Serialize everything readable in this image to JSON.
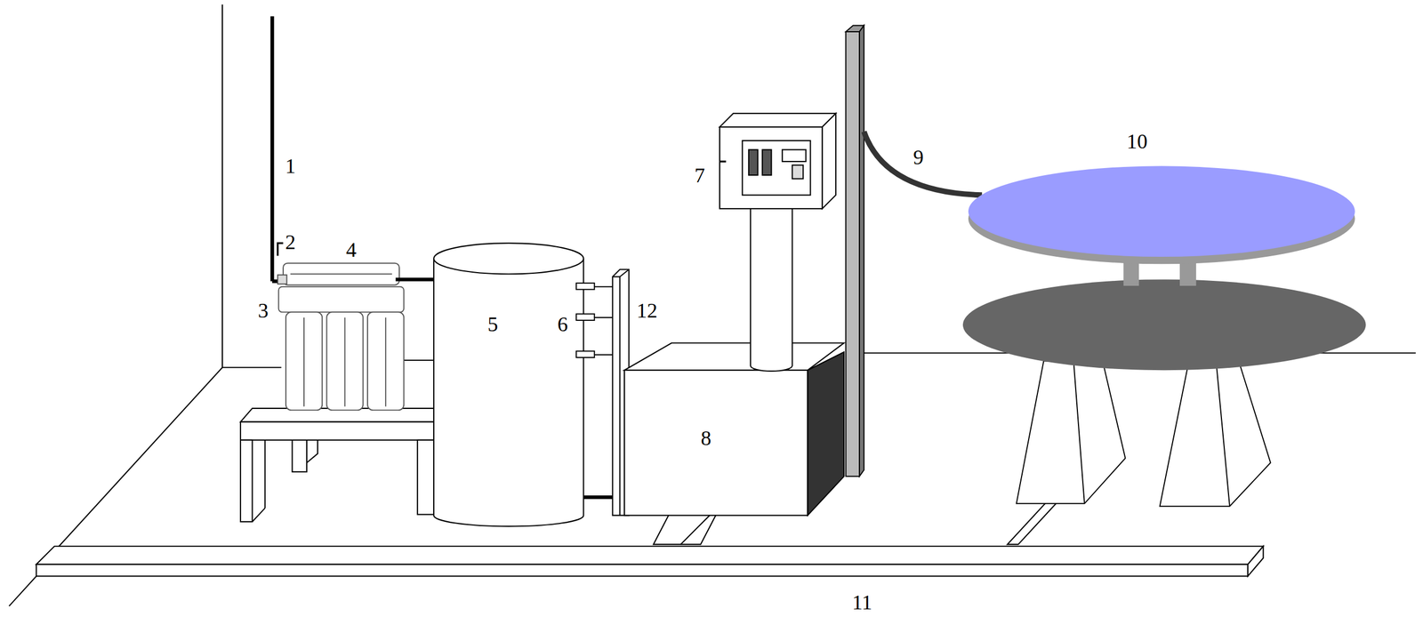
{
  "diagram": {
    "labels": [
      "1",
      "2",
      "4",
      "3",
      "5",
      "6",
      "12",
      "7",
      "8",
      "9",
      "10",
      "11"
    ]
  }
}
